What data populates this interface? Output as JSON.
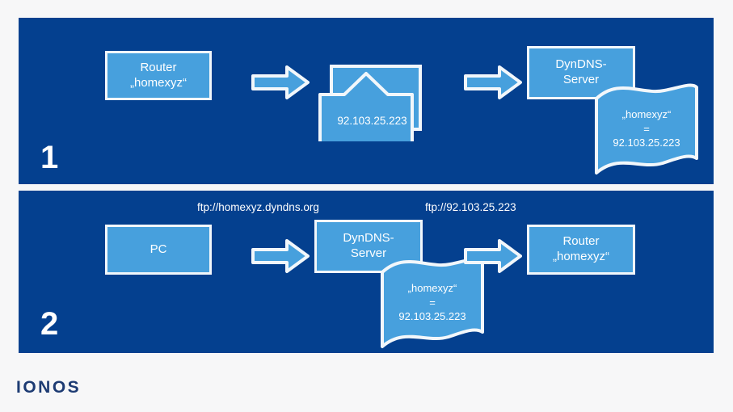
{
  "colors": {
    "page_background": "#f7f7f8",
    "panel_background": "#04408f",
    "node_fill": "#47a0dd",
    "node_border": "#f2f7fb",
    "text": "#ffffff",
    "brand": "#1d3b73"
  },
  "brand": {
    "name": "IONOS"
  },
  "panels": [
    {
      "step_number": "1",
      "nodes": {
        "router": "Router\n„homexyz“",
        "packet_ip": "92.103.25.223",
        "dyndns_server": "DynDNS-\nServer",
        "banner": "„homexyz“\n=\n92.103.25.223"
      },
      "arrows": [
        "arrow-right-1a",
        "arrow-right-1b"
      ]
    },
    {
      "step_number": "2",
      "labels": {
        "url_left": "ftp://homexyz.dyndns.org",
        "url_right": "ftp://92.103.25.223"
      },
      "nodes": {
        "pc": "PC",
        "dyndns_server": "DynDNS-\nServer",
        "banner": "„homexyz“\n=\n92.103.25.223",
        "router": "Router\n„homexyz“"
      },
      "arrows": [
        "arrow-right-2a",
        "arrow-right-2b"
      ]
    }
  ]
}
